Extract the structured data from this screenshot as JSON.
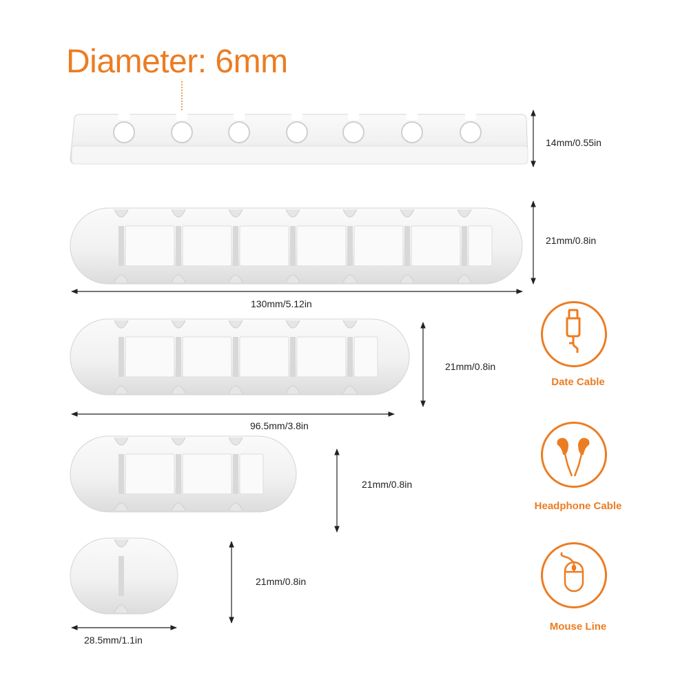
{
  "header": {
    "diameter_label": "Diameter: 6mm"
  },
  "products": [
    {
      "slots": 7,
      "height_label": "14mm/0.55in",
      "width_label": ""
    },
    {
      "slots": 7,
      "height_label": "21mm/0.8in",
      "width_label": "130mm/5.12in"
    },
    {
      "slots": 5,
      "height_label": "21mm/0.8in",
      "width_label": "96.5mm/3.8in"
    },
    {
      "slots": 3,
      "height_label": "21mm/0.8in",
      "width_label": ""
    },
    {
      "slots": 1,
      "height_label": "21mm/0.8in",
      "width_label": "28.5mm/1.1in"
    }
  ],
  "categories": [
    {
      "label": "Date Cable",
      "icon": "usb-cable-icon"
    },
    {
      "label": "Headphone Cable",
      "icon": "earphones-icon"
    },
    {
      "label": "Mouse Line",
      "icon": "mouse-icon"
    }
  ],
  "colors": {
    "accent": "#ec7c22",
    "product": "#f4f4f4",
    "product_shadow": "#d9d9d9"
  }
}
